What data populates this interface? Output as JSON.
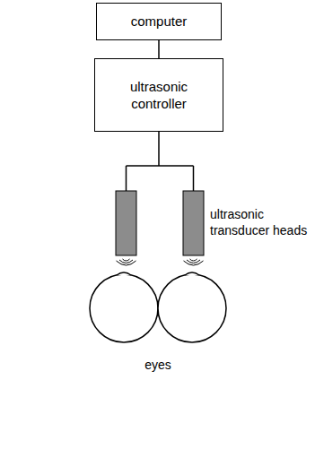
{
  "diagram": {
    "nodes": [
      {
        "text": [
          "computer"
        ]
      },
      {
        "text": [
          "ultrasonic controller"
        ]
      }
    ],
    "edges": [
      {
        "from": 0,
        "to": 1,
        "arrow": "none"
      }
    ],
    "labels": [
      "ultrasonic transducer heads",
      "eyes"
    ]
  }
}
